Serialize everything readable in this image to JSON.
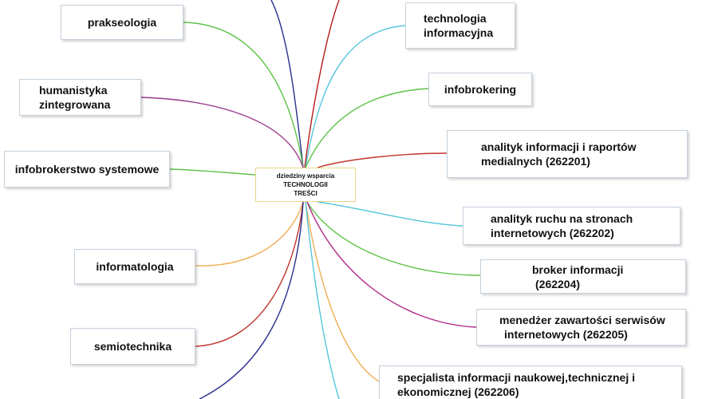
{
  "center": {
    "line1": "dziedziny wsparcia",
    "line2": "TECHNOLOGII",
    "line3": "TREŚCI"
  },
  "nodes": {
    "prakseologia": [
      "prakseologia"
    ],
    "humanistyka": [
      "humanistyka",
      "zintegrowana"
    ],
    "infobrokerstwo": [
      "infobrokerstwo systemowe"
    ],
    "informatologia": [
      "informatologia"
    ],
    "semiotechnika": [
      "semiotechnika"
    ],
    "technologia": [
      "technologia",
      "informacyjna"
    ],
    "infobrokering": [
      "infobrokering"
    ],
    "analityk_informacji": [
      "analityk informacji i raportów",
      "medialnych (262201)"
    ],
    "analityk_ruchu": [
      "analityk ruchu na stronach",
      "internetowych (262202)"
    ],
    "broker": [
      "broker informacji",
      "(262204)"
    ],
    "menedzer": [
      "menedżer zawartości serwisów",
      "internetowych (262205)"
    ],
    "specjalista": [
      "specjalista informacji naukowej,technicznej i",
      "ekonomicznej (262206)"
    ]
  },
  "colors": {
    "green": "#5ec44a",
    "purple": "#9b3d8f",
    "orange": "#f0ad55",
    "red": "#c0342c",
    "cyan": "#55c5dc",
    "navy": "#2b2f8c",
    "crimson": "#b81c1c",
    "magenta": "#b02a86"
  }
}
